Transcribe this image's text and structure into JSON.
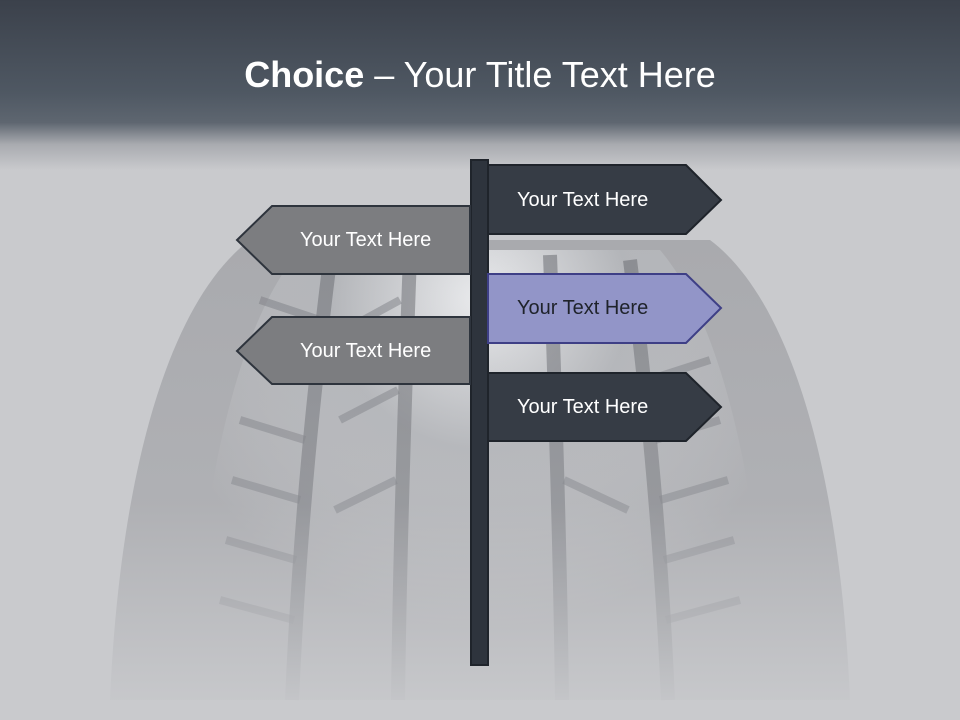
{
  "slide": {
    "title_bold": "Choice",
    "title_rest": " – Your Title Text Here"
  },
  "signs": {
    "right_top": "Your Text Here",
    "left_top": "Your Text Here",
    "right_middle": "Your Text Here",
    "left_bottom": "Your Text Here",
    "right_bottom": "Your Text Here"
  },
  "colors": {
    "header_dark": "#3b414b",
    "background": "#c9cacd",
    "sign_dark": "#363c45",
    "sign_gray": "#7c7d80",
    "sign_highlight": "#9295c8",
    "highlight_border": "#3e3f86",
    "post": "#2e343d"
  }
}
